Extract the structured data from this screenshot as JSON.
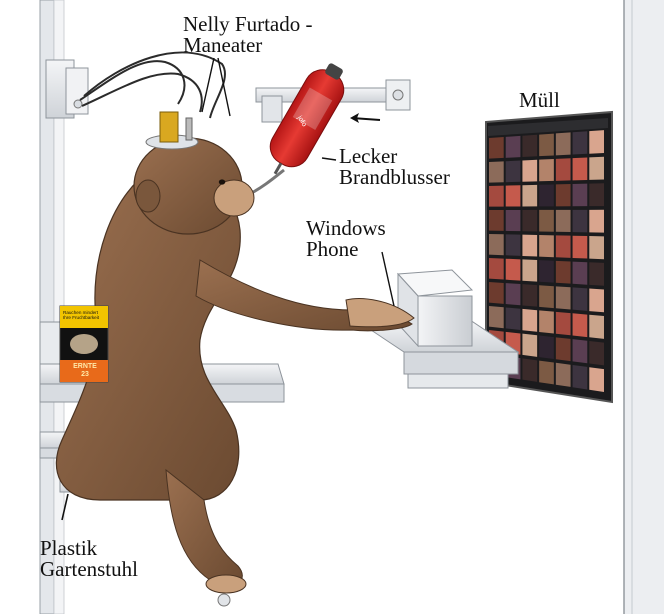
{
  "labels": {
    "nelly_line1": "Nelly Furtado -",
    "nelly_line2": "Maneater",
    "lecker_line1": "Lecker",
    "lecker_line2": "Brandblusser",
    "windows_line1": "Windows",
    "windows_line2": "Phone",
    "muell": "Müll",
    "plastik_line1": "Plastik",
    "plastik_line2": "Gartenstuhl"
  },
  "cigarette_pack": {
    "warning_line1": "Rauchen mindert",
    "warning_line2": "Ihre Fruchtbarkeit",
    "brand": "ERNTE",
    "number": "23"
  },
  "extinguisher": {
    "text": "jofo"
  },
  "colors": {
    "fur": "#8a6244",
    "fur_dark": "#5e3f29",
    "extinguisher_red": "#d3201f",
    "wall": "#eef0f3",
    "shelf": "#e3e6ea",
    "pack_yellow": "#f2c400",
    "pack_orange": "#e86a1a"
  }
}
